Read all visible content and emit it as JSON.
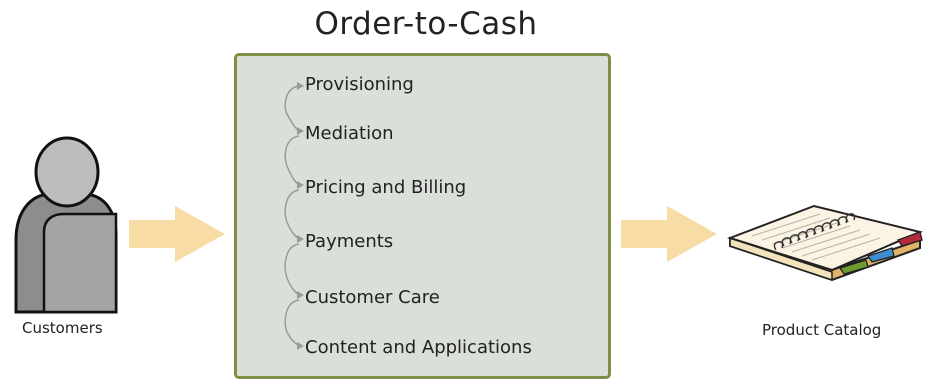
{
  "title": "Order-to-Cash",
  "steps": [
    "Provisioning",
    "Mediation",
    "Pricing and Billing",
    "Payments",
    "Customer Care",
    "Content and Applications"
  ],
  "customers_label": "Customers",
  "catalog_label": "Product Catalog",
  "colors": {
    "box_fill": "#dadfd9",
    "box_border": "#7d8e46",
    "arrow": "#f8dca6",
    "connector": "#9a9a9a"
  },
  "icons": {
    "customer": "person-icon",
    "catalog": "binder-icon"
  }
}
